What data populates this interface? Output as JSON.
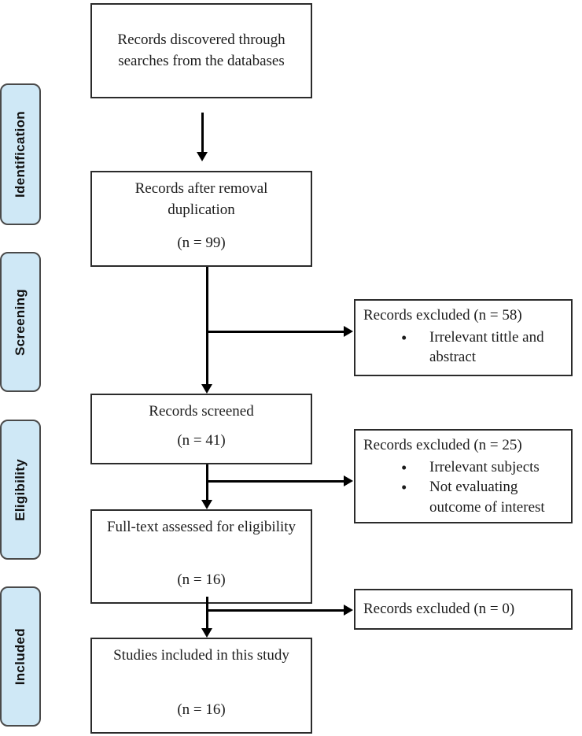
{
  "diagram": {
    "title": "PRISMA-style study selection flow diagram",
    "stages": [
      {
        "label": "Identification"
      },
      {
        "label": "Screening"
      },
      {
        "label": "Eligibility"
      },
      {
        "label": "Included"
      }
    ],
    "main_boxes": [
      {
        "text": "Records discovered through searches from the databases",
        "n": ""
      },
      {
        "text": "Records after removal duplication",
        "n": "(n = 99)"
      },
      {
        "text": "Records screened",
        "n": "(n = 41)"
      },
      {
        "text": "Full-text assessed for eligibility",
        "n": "(n = 16)"
      },
      {
        "text": "Studies included in this study",
        "n": "(n = 16)"
      }
    ],
    "exclusion_boxes": [
      {
        "title": "Records excluded (n = 58)",
        "bullets": [
          "Irrelevant tittle and abstract"
        ]
      },
      {
        "title": "Records excluded (n = 25)",
        "bullets": [
          "Irrelevant subjects",
          "Not evaluating outcome of interest"
        ]
      },
      {
        "title": "Records excluded (n = 0)",
        "bullets": []
      }
    ],
    "colors": {
      "stage_fill": "#cfe8f6",
      "stage_border": "#4a4a4a",
      "box_border": "#2b2b2b",
      "arrow": "#000000"
    }
  }
}
